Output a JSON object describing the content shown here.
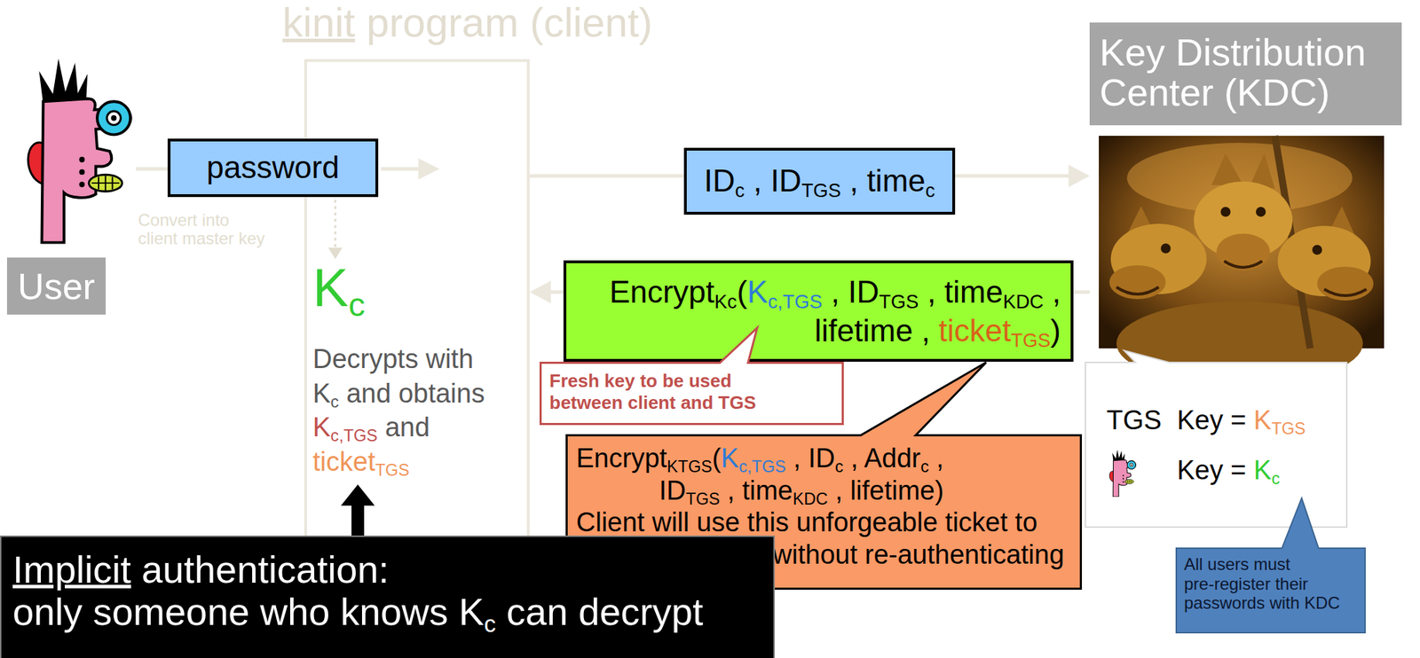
{
  "diagram": {
    "nodes": [
      {
        "text": [
          "kinit program (client)",
          "Kc",
          "Decrypts with Kc and obtains Kc,TGS and ticketTGS"
        ]
      },
      {
        "text": [
          "User"
        ]
      },
      {
        "text": [
          "password"
        ]
      },
      {
        "text": [
          "IDc , IDTGS , timec"
        ]
      },
      {
        "text": [
          "EncryptKc(Kc,TGS , IDTGS , timeKDC , lifetime , ticketTGS)"
        ]
      },
      {
        "text": [
          "Key Distribution Center (KDC)"
        ]
      },
      {
        "text": [
          "Fresh key to be used between client and TGS"
        ]
      },
      {
        "text": [
          "EncryptKTGS(Kc,TGS , IDc , Addrc , IDTGS , timeKDC , lifetime)",
          "Client will use this unforgeable ticket to get other tickets without re-authenticating"
        ]
      },
      {
        "text": [
          "TGS",
          "Key = KTGS",
          "Key = Kc"
        ]
      },
      {
        "text": [
          "All users must pre-register their passwords with KDC"
        ]
      },
      {
        "text": [
          "Implicit authentication: only someone who knows Kc can decrypt"
        ]
      }
    ],
    "edges": [
      {
        "from": 0,
        "to": 3,
        "arrow": "none"
      },
      {
        "from": 3,
        "to": 5,
        "arrow": "to"
      },
      {
        "from": 5,
        "to": 4,
        "arrow": "none"
      },
      {
        "from": 4,
        "to": 0,
        "arrow": "to"
      },
      {
        "from": 10,
        "to": 0,
        "arrow": "to"
      }
    ],
    "labels": [
      "Convert into client master key"
    ]
  }
}
